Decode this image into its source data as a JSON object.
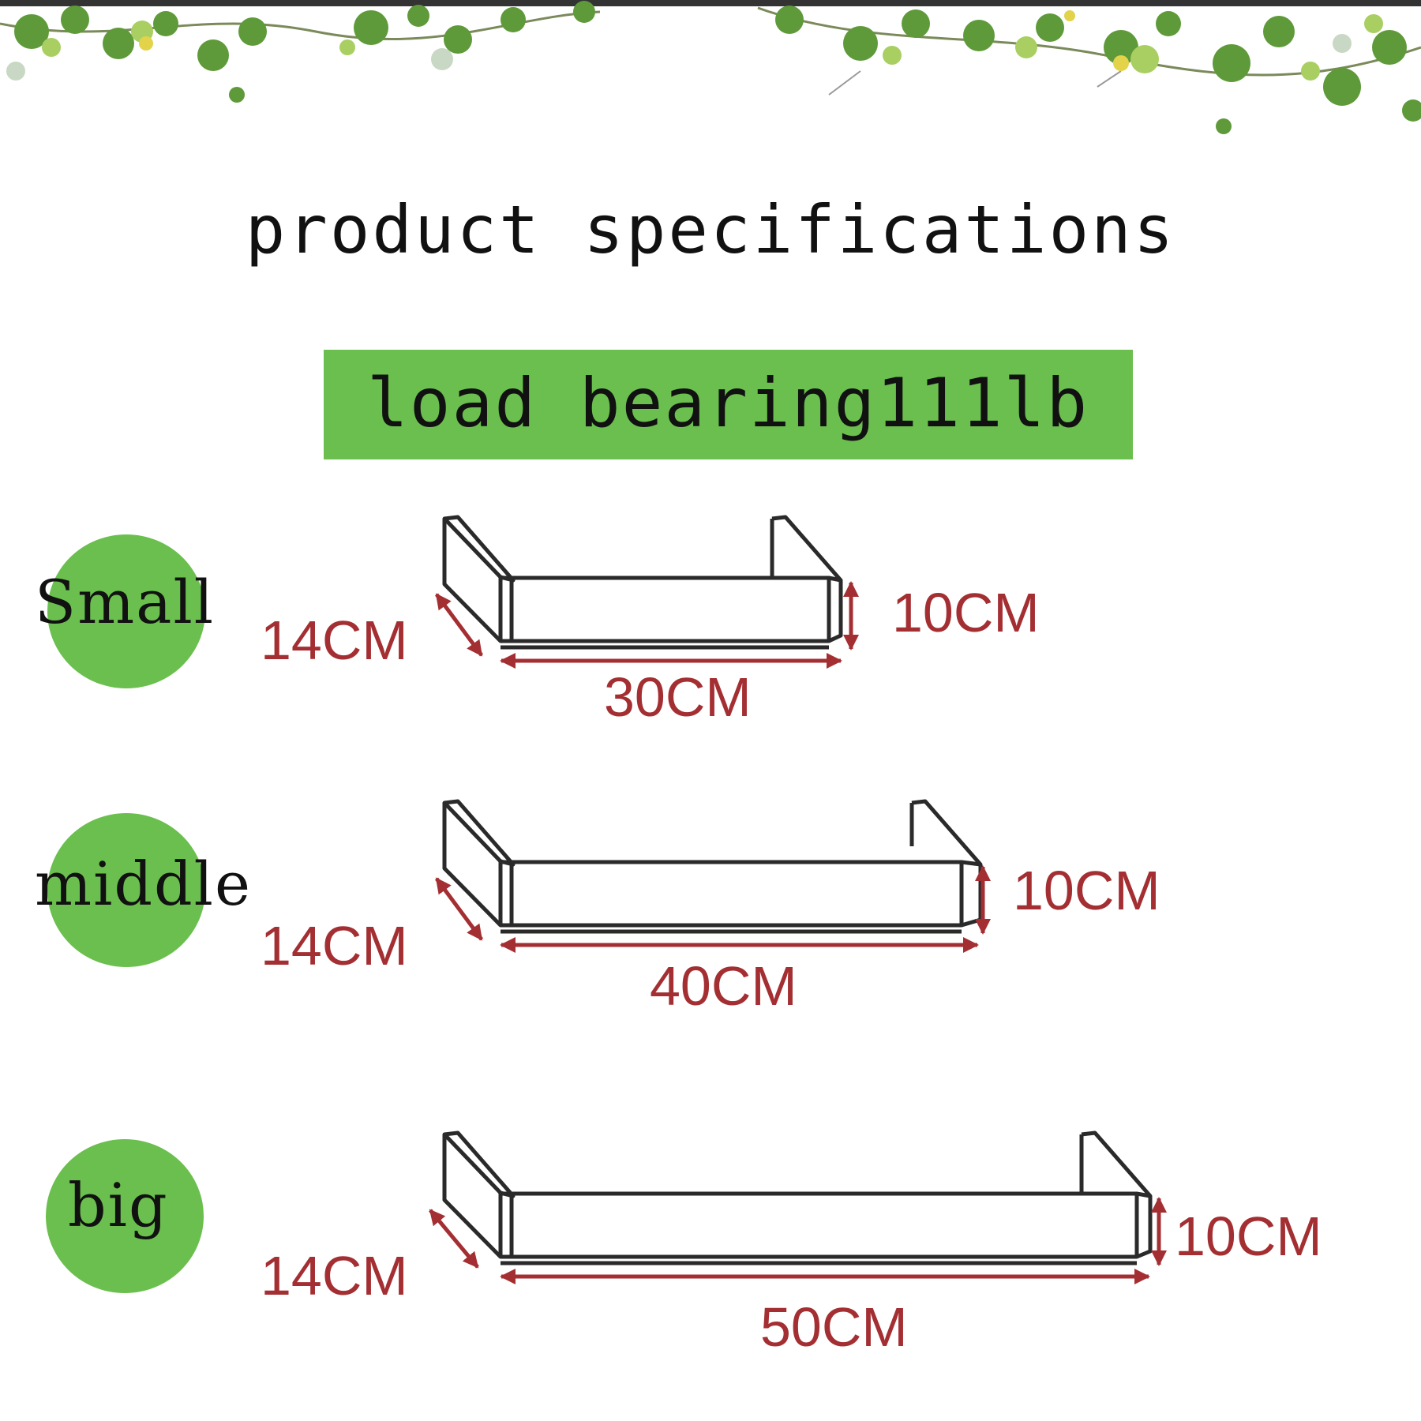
{
  "title": "product specifications",
  "banner": "load bearing111lb",
  "sizes": [
    {
      "name": "Small",
      "depth": "14CM",
      "height": "10CM",
      "length": "30CM"
    },
    {
      "name": "middle",
      "depth": "14CM",
      "height": "10CM",
      "length": "40CM"
    },
    {
      "name": "big",
      "depth": "14CM",
      "height": "10CM",
      "length": "50CM"
    }
  ],
  "colors": {
    "accent_green": "#6bbf4e",
    "dimension_red": "#a42f33",
    "line": "#2a2a2a"
  }
}
